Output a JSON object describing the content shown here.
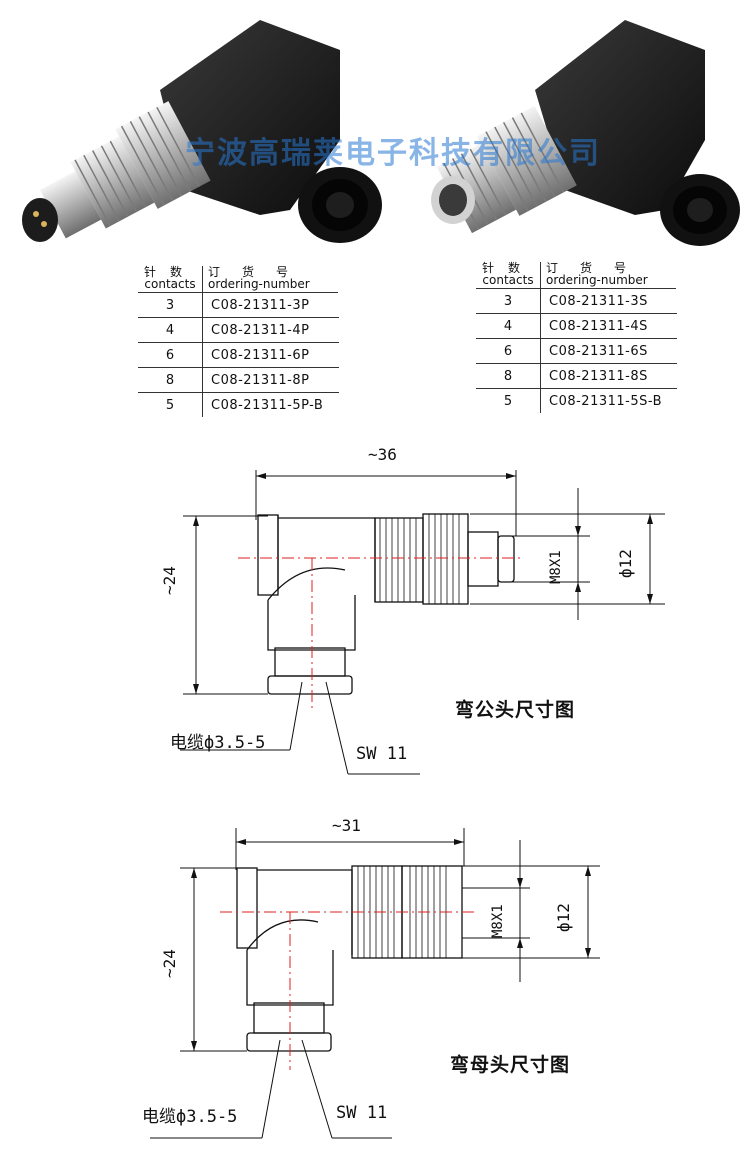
{
  "watermark": "宁波高瑞莱电子科技有限公司",
  "male_table": {
    "header_contacts_zh": "针数",
    "header_contacts_en": "contacts",
    "header_order_zh": "订货号",
    "header_order_en": "ordering-number",
    "rows": [
      {
        "contacts": "3",
        "order": "C08-21311-3P"
      },
      {
        "contacts": "4",
        "order": "C08-21311-4P"
      },
      {
        "contacts": "6",
        "order": "C08-21311-6P"
      },
      {
        "contacts": "8",
        "order": "C08-21311-8P"
      },
      {
        "contacts": "5",
        "order": "C08-21311-5P-B"
      }
    ]
  },
  "female_table": {
    "header_contacts_zh": "针数",
    "header_contacts_en": "contacts",
    "header_order_zh": "订货号",
    "header_order_en": "ordering-number",
    "rows": [
      {
        "contacts": "3",
        "order": "C08-21311-3S"
      },
      {
        "contacts": "4",
        "order": "C08-21311-4S"
      },
      {
        "contacts": "6",
        "order": "C08-21311-6S"
      },
      {
        "contacts": "8",
        "order": "C08-21311-8S"
      },
      {
        "contacts": "5",
        "order": "C08-21311-5S-B"
      }
    ]
  },
  "male_drawing": {
    "caption": "弯公头尺寸图",
    "width_dim": "~36",
    "height_dim": "~24",
    "thread_dim": "M8X1",
    "diameter_dim": "ф12",
    "cable_label": "电缆ф3.5-5",
    "sw_label": "SW 11"
  },
  "female_drawing": {
    "caption": "弯母头尺寸图",
    "width_dim": "~31",
    "height_dim": "~24",
    "thread_dim": "M8X1",
    "diameter_dim": "ф12",
    "cable_label": "电缆ф3.5-5",
    "sw_label": "SW 11"
  }
}
